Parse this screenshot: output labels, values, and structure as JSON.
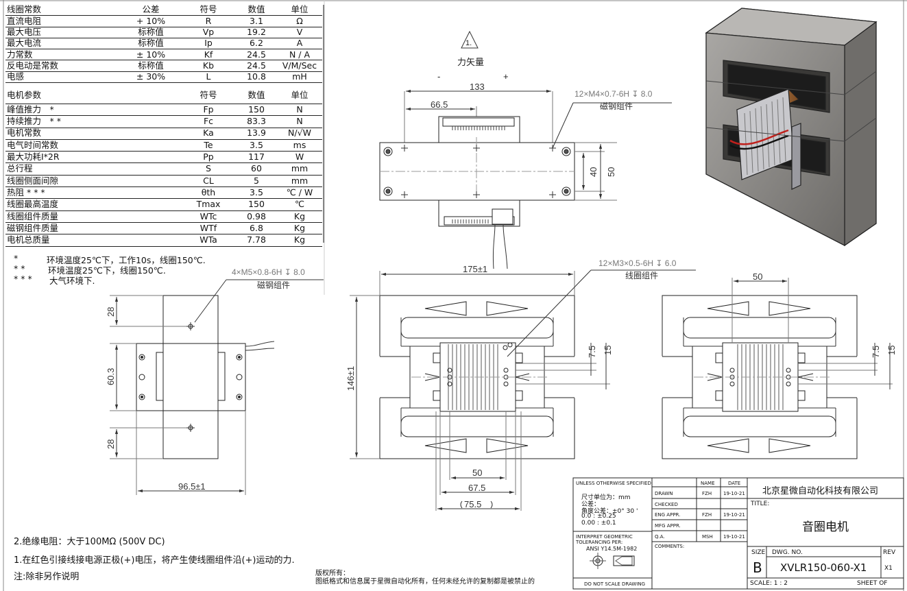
{
  "table_coil": {
    "headers": [
      "线圈常数",
      "公差",
      "符号",
      "数值",
      "单位"
    ],
    "rows": [
      [
        "直流电阻",
        "+ 10%",
        "R",
        "3.1",
        "Ω"
      ],
      [
        "最大电压",
        "标称值",
        "Vp",
        "19.2",
        "V"
      ],
      [
        "最大电流",
        "标称值",
        "Ip",
        "6.2",
        "A"
      ],
      [
        "力常数",
        "± 10%",
        "Kf",
        "24.5",
        "N / A"
      ],
      [
        "反电动是常数",
        "标称值",
        "Kb",
        "24.5",
        "V/M/Sec"
      ],
      [
        "电感",
        "± 30%",
        "L",
        "10.8",
        "mH"
      ]
    ]
  },
  "table_motor": {
    "headers": [
      "电机参数",
      "符号",
      "数值",
      "单位"
    ],
    "rows": [
      [
        "峰值推力　*",
        "Fp",
        "150",
        "N"
      ],
      [
        "持续推力　* *",
        "Fc",
        "83.3",
        "N"
      ],
      [
        "电机常数",
        "Ka",
        "13.9",
        "N/√W"
      ],
      [
        "电气时间常数",
        "Te",
        "3.5",
        "ms"
      ],
      [
        "最大功耗I*2R",
        "Pp",
        "117",
        "W"
      ],
      [
        "总行程",
        "S",
        "60",
        "mm"
      ],
      [
        "线圈侧面间隙",
        "CL",
        "5",
        "mm"
      ],
      [
        "热阻 * * *",
        "θth",
        "3.5",
        "℃ / W"
      ],
      [
        "线圈最高温度",
        "Tmax",
        "150",
        "℃"
      ],
      [
        "线圈组件质量",
        "WTc",
        "0.98",
        "Kg"
      ],
      [
        "磁钢组件质量",
        "WTf",
        "6.8",
        "Kg"
      ],
      [
        "电机总质量",
        "WTa",
        "7.78",
        "Kg"
      ]
    ]
  },
  "footnotes": [
    {
      "mark": "*",
      "text": "环境温度25℃下，工作10s，线圈150℃."
    },
    {
      "mark": "* *",
      "text": "环境温度25℃下，线圈150℃."
    },
    {
      "mark": "* * *",
      "text": "大气环境下."
    }
  ],
  "labels": {
    "force_vector": "力矢量",
    "triangle_note": "1.",
    "minus": "-",
    "plus": "+",
    "m4_callout": "12×M4×0.7-6H ↧ 8.0",
    "m4_part": "磁钢组件",
    "m5_callout": "4×M5×0.8-6H ↧ 8.0",
    "m5_part": "磁钢组件",
    "m3_callout": "12×M3×0.5-6H ↧ 6.0",
    "m3_part": "线圈组件"
  },
  "dims": {
    "d133": "133",
    "d66_5": "66.5",
    "d40": "40",
    "d50_top": "50",
    "d175": "175±1",
    "d146": "146±1",
    "d50_bot": "50",
    "d67_5": "67.5",
    "d75_5": "75.5",
    "d50_right": "50",
    "d7_5a": "7.5",
    "d15a": "15",
    "d7_5b": "7.5",
    "d15b": "15",
    "d28a": "28",
    "d60_3": "60.3",
    "d28b": "28",
    "d96_5": "96.5±1"
  },
  "notes": {
    "n2": "2.绝缘电阻：大于100MΩ (500V DC)",
    "n1": "1.在红色引接线接电源正极(+)电压，将产生使线圈组件沿(+)运动的力.",
    "general": "注:除非另作说明",
    "copyright_title": "版权所有：",
    "copyright_text": "图纸格式和信息属于星微自动化所有，任何未经允许的复制都是被禁止的"
  },
  "title_block": {
    "unless": "UNLESS OTHERWISE SPECIFIED:",
    "units": "尺寸单位为：mm",
    "tol_label": "公差：",
    "angle_tol": "角度公差：±0° 30 '",
    "tol1": "0.0 :  ±0.25",
    "tol2": "0.00 :   ±0.1",
    "interpret": "INTERPRET GEOMETRIC",
    "tolerancing": "TOLERANCING PER:",
    "ansi": "ANSI Y14.5M-1982",
    "no_scale": "DO NOT SCALE DRAWING",
    "col_name": "NAME",
    "col_date": "DATE",
    "rows": [
      [
        "DRAWN",
        "FZH",
        "19-10-21"
      ],
      [
        "CHECKED",
        "",
        ""
      ],
      [
        "ENG APPR.",
        "FZH",
        "19-10-21"
      ],
      [
        "MFG APPR.",
        "",
        ""
      ],
      [
        "Q.A.",
        "MSH",
        "19-10-21"
      ]
    ],
    "comments": "COMMENTS:",
    "company": "北京星微自动化科技有限公司",
    "title_label": "TITLE:",
    "title": "音圈电机",
    "size_label": "SIZE",
    "size": "B",
    "dwg_label": "DWG.  NO.",
    "dwg_no": "XVLR150-060-X1",
    "rev_label": "REV",
    "rev": "X1",
    "scale": "SCALE: 1 : 2",
    "sheet": "SHEET  OF"
  }
}
